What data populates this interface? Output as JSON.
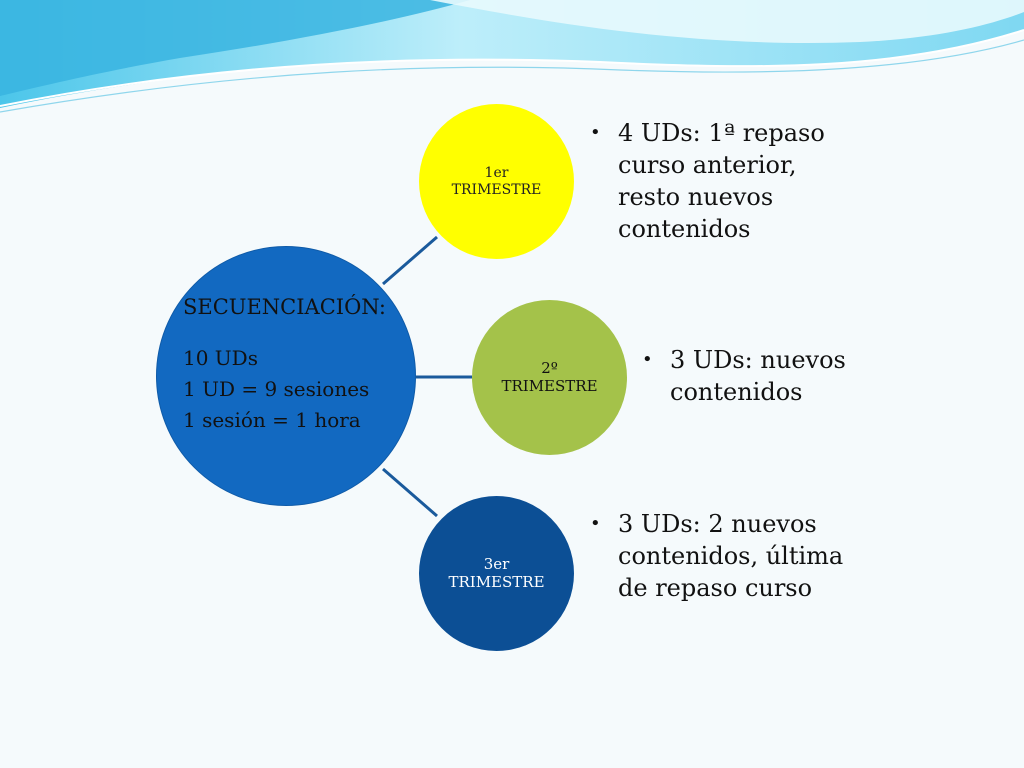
{
  "center": {
    "title": "SECUENCIACIÓN:",
    "lines": [
      "10 UDs",
      "1 UD = 9 sesiones",
      "1 sesión = 1 hora"
    ]
  },
  "trimesters": [
    {
      "line1": "1er",
      "line2": "TRIMESTRE",
      "color": "#ffff00"
    },
    {
      "line1": "2º",
      "line2": "TRIMESTRE",
      "color": "#a4c24a"
    },
    {
      "line1": "3er",
      "line2": "TRIMESTRE",
      "color": "#0c4f95"
    }
  ],
  "bullets": [
    {
      "symbol": "•",
      "text": "4 UDs: 1ª repaso curso anterior, resto nuevos contenidos"
    },
    {
      "symbol": "•",
      "text": "3 UDs: nuevos contenidos"
    },
    {
      "symbol": "•",
      "text": "3 UDs: 2 nuevos contenidos, última de repaso curso"
    }
  ],
  "colors": {
    "center": "#1269c1",
    "connector": "#1a5a9c",
    "wave_light": "#9ee4f5",
    "wave_dark": "#3bb7e0"
  }
}
